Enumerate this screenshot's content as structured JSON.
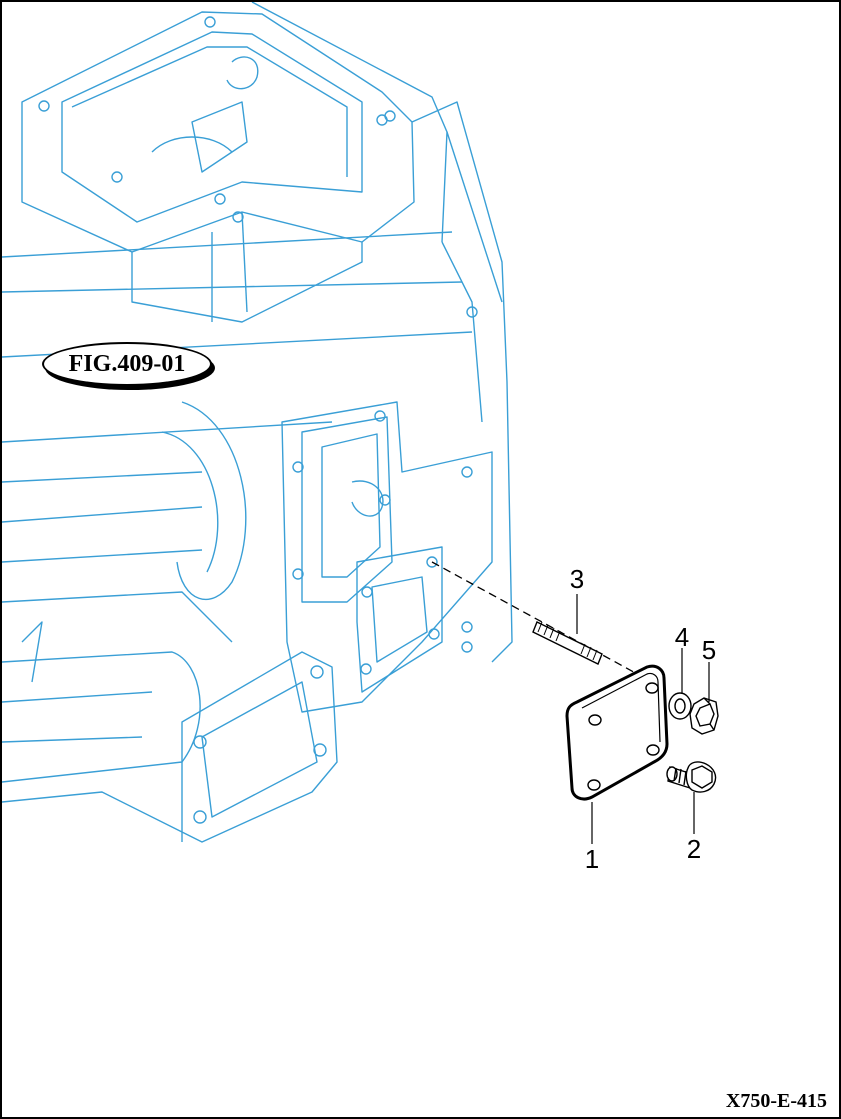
{
  "figure_reference": "FIG.409-01",
  "drawing_code": "X750-E-415",
  "callouts": {
    "part_1": "1",
    "part_2": "2",
    "part_3": "3",
    "part_4": "4",
    "part_5": "5"
  },
  "colors": {
    "housing_line": "#3a9fd6",
    "part_line": "#000000",
    "background": "#ffffff"
  },
  "icons": {
    "housing": "transmission-housing-outline",
    "cover_plate": "cover-plate",
    "bolt": "hex-flange-bolt",
    "stud": "threaded-stud",
    "washer": "lock-washer",
    "nut": "hex-nut"
  }
}
